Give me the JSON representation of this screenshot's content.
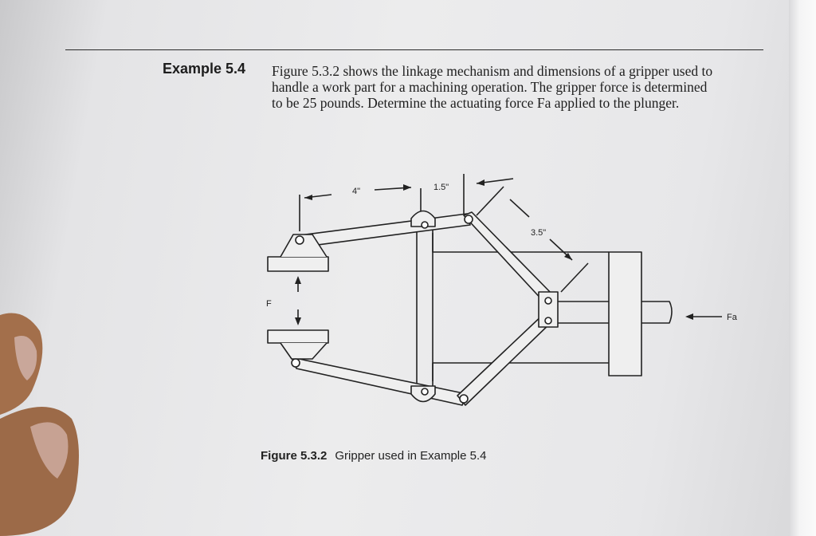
{
  "example": {
    "label": "Example 5.4",
    "lines": [
      "Figure 5.3.2 shows the linkage mechanism and dimensions of a gripper used to",
      "handle a work part for a machining operation. The gripper force is determined",
      "to be 25 pounds. Determine the actuating force Fa applied to the plunger."
    ]
  },
  "figure": {
    "dim_top_left": "4\"",
    "dim_top_right": "1.5\"",
    "dim_diagonal": "3.5\"",
    "force_label": "F",
    "actuating_label": "Fa"
  },
  "caption": {
    "number": "Figure 5.3.2",
    "text": "Gripper used in Example 5.4"
  },
  "colors": {
    "ink": "#222222",
    "paper": "#ececed",
    "skin": "#b07a55"
  }
}
